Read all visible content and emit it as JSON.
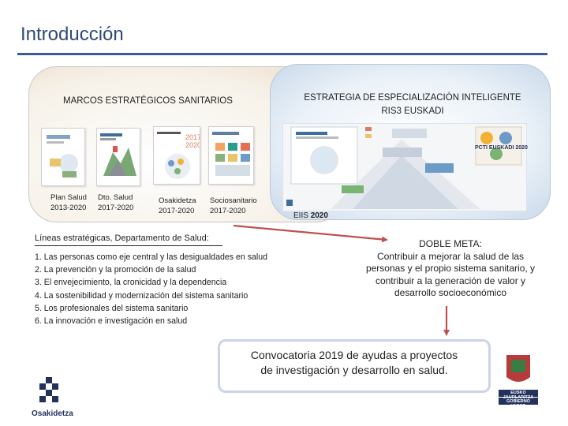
{
  "header": {
    "title": "Introducción"
  },
  "left_panel": {
    "label": "MARCOS ESTRATÉGICOS SANITARIOS",
    "documents": [
      {
        "line1": "Plan Salud",
        "line2": "2013-2020"
      },
      {
        "line1": "Dto. Salud",
        "line2": "2017-2020"
      },
      {
        "line1": "Osakidetza",
        "line2": "2017-2020"
      },
      {
        "line1": "Sociosanitario",
        "line2": "2017-2020"
      }
    ]
  },
  "right_panel": {
    "label_line1": "ESTRATEGIA DE ESPECIALIZACIÓN INTELIGENTE",
    "label_line2": "RIS3 EUSKADI",
    "pcti_label": "PCTI EUSKADI 2020",
    "eiis_prefix": "EIIS",
    "eiis_year": "2020"
  },
  "lineas": {
    "title": "Líneas estratégicas, Departamento de Salud:",
    "items": [
      "1.  Las personas como eje central y las desigualdades en salud",
      "2. La prevención y la promoción de la salud",
      "3. El envejecimiento, la cronicidad y la dependencia",
      "4. La sostenibilidad y modernización del sistema sanitario",
      "5. Los profesionales del sistema sanitario",
      "6. La innovación e investigación en  salud"
    ]
  },
  "meta": {
    "title": "DOBLE META:",
    "line1": "Contribuir a mejorar la salud de las",
    "line2": "personas y el propio sistema sanitario, y",
    "line3": "contribuir a la generación de valor y",
    "line4": "desarrollo socioeconómico"
  },
  "convocatoria": {
    "line1": "Convocatoria 2019 de ayudas a proyectos",
    "line2": "de investigación y desarrollo en salud."
  },
  "logos": {
    "osakidetza": "Osakidetza",
    "gv_line1": "EUSKO JAURLARITZA",
    "gv_line2": "GOBIERNO VASCO"
  },
  "colors": {
    "title": "#2f4a78",
    "rule": "#3b5b92",
    "arrow": "#c0504d",
    "conv_border": "#c9d4e6"
  }
}
